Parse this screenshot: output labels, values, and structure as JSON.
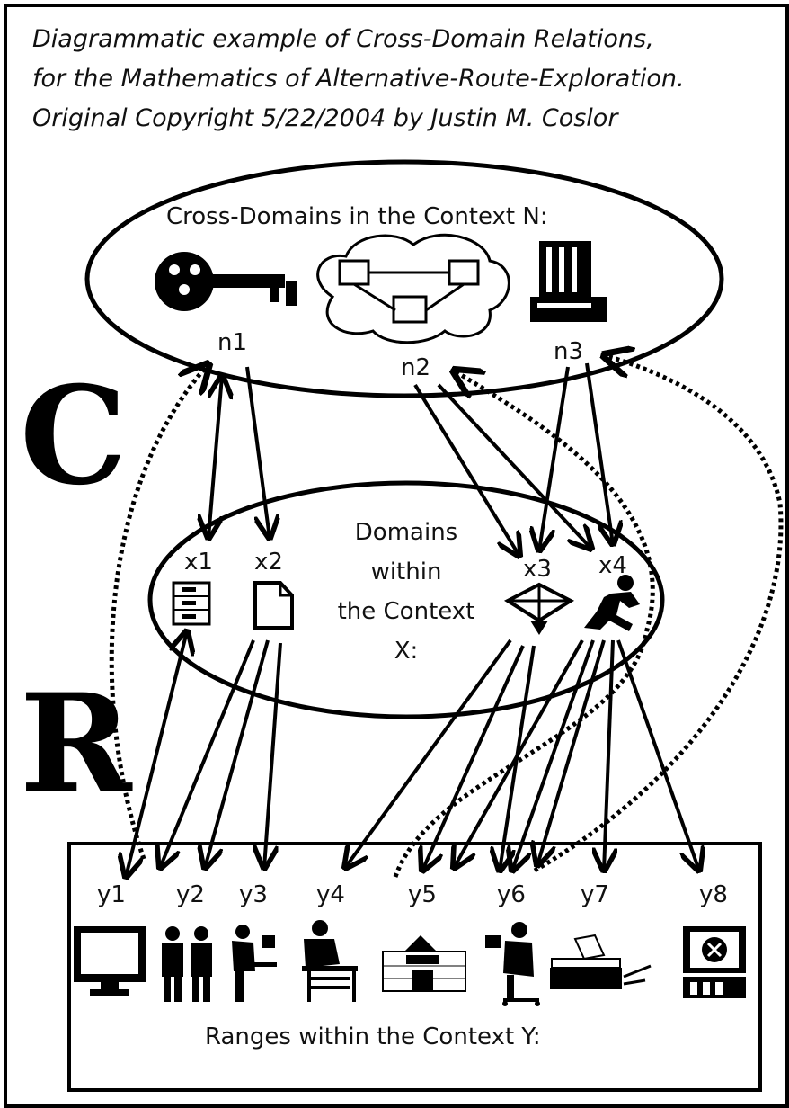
{
  "title_lines": [
    "Diagrammatic example of Cross-Domain Relations,",
    "for the Mathematics of Alternative-Route-Exploration.",
    "Original Copyright 5/22/2004 by Justin M. Coslor"
  ],
  "letters": {
    "c": "C",
    "r": "R"
  },
  "context_n": {
    "label": "Cross-Domains in the Context N:",
    "nodes": [
      {
        "id": "n1",
        "label": "n1",
        "icon": "key-icon"
      },
      {
        "id": "n2",
        "label": "n2",
        "icon": "network-cloud-icon"
      },
      {
        "id": "n3",
        "label": "n3",
        "icon": "server-tower-icon"
      }
    ]
  },
  "context_x": {
    "label_lines": [
      "Domains",
      "within",
      "the Context",
      "X:"
    ],
    "nodes": [
      {
        "id": "x1",
        "label": "x1",
        "icon": "filing-cabinet-icon"
      },
      {
        "id": "x2",
        "label": "x2",
        "icon": "document-icon"
      },
      {
        "id": "x3",
        "label": "x3",
        "icon": "satellite-dish-icon"
      },
      {
        "id": "x4",
        "label": "x4",
        "icon": "running-person-icon"
      }
    ]
  },
  "context_y": {
    "label": "Ranges within the Context Y:",
    "nodes": [
      {
        "id": "y1",
        "label": "y1",
        "icon": "monitor-icon"
      },
      {
        "id": "y2",
        "label": "y2",
        "icon": "business-people-icon"
      },
      {
        "id": "y3",
        "label": "y3",
        "icon": "person-at-desk-icon"
      },
      {
        "id": "y4",
        "label": "y4",
        "icon": "office-worker-icon"
      },
      {
        "id": "y5",
        "label": "y5",
        "icon": "building-icon"
      },
      {
        "id": "y6",
        "label": "y6",
        "icon": "person-laptop-icon"
      },
      {
        "id": "y7",
        "label": "y7",
        "icon": "printer-icon"
      },
      {
        "id": "y8",
        "label": "y8",
        "icon": "computer-terminal-icon"
      }
    ]
  }
}
